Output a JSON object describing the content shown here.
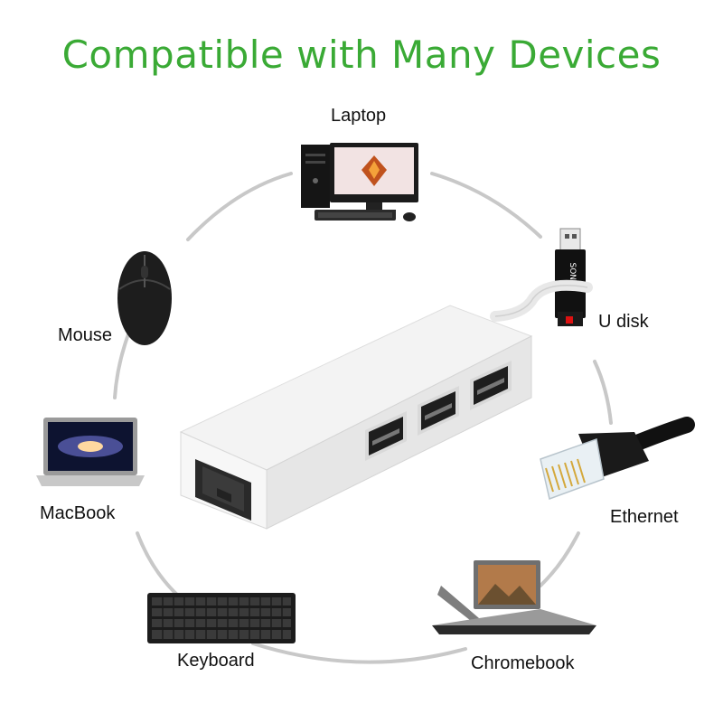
{
  "title": "Compatible with Many Devices",
  "devices": {
    "laptop": "Laptop",
    "udisk": "U disk",
    "mouse": "Mouse",
    "macbook": "MacBook",
    "ethernet": "Ethernet",
    "keyboard": "Keyboard",
    "chromebook": "Chromebook"
  },
  "udisk_brand": "SONY",
  "colors": {
    "title": "#3aaa35",
    "ring": "#c8c8c8"
  }
}
